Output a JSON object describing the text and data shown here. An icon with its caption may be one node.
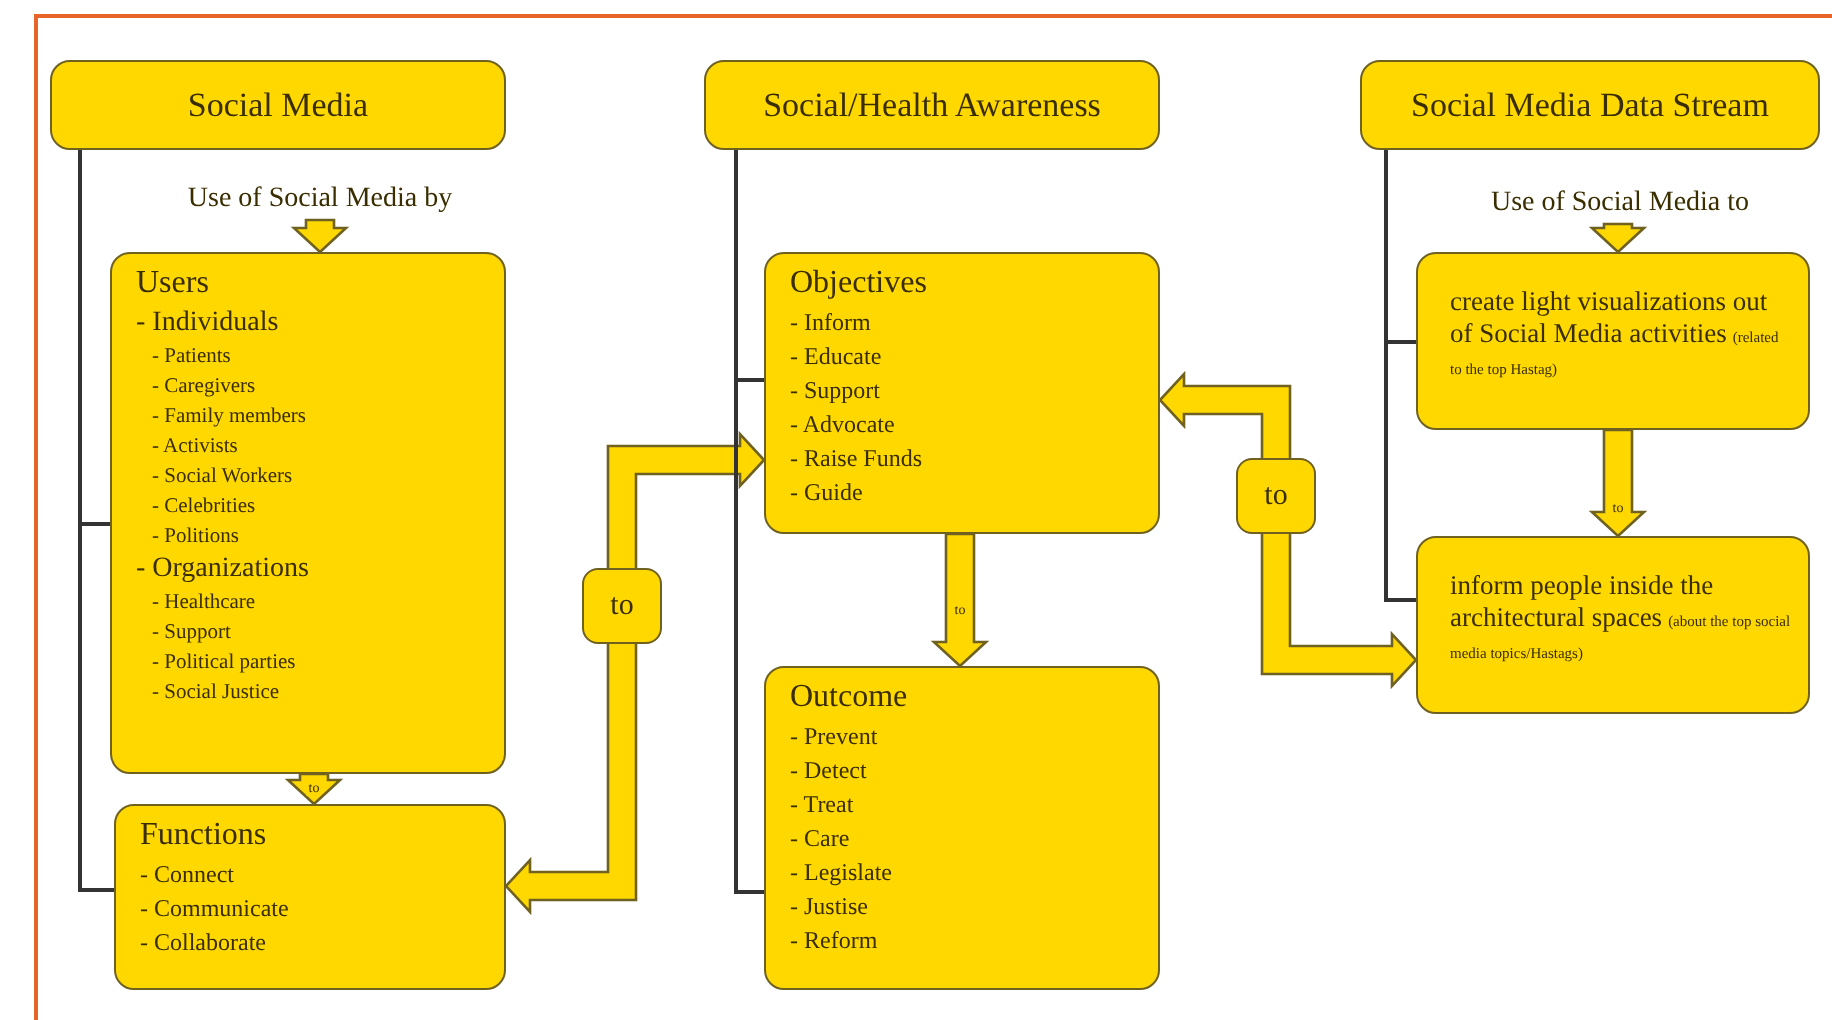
{
  "diagram": {
    "nodes": [
      {
        "text": [
          "Social Media"
        ]
      },
      {
        "text": [
          "Use of Social Media by"
        ]
      },
      {
        "text": [
          "Users",
          "- Individuals",
          "- Patients",
          "- Caregivers",
          "- Family members",
          "- Activists",
          "- Social Workers",
          "- Celebrities",
          "- Politions",
          "- Organizations",
          "- Healthcare",
          "- Support",
          "- Political parties",
          "- Social Justice"
        ]
      },
      {
        "text": [
          "Functions",
          "- Connect",
          "- Communicate",
          "- Collaborate"
        ]
      },
      {
        "text": [
          "Social/Health Awareness"
        ]
      },
      {
        "text": [
          "Objectives",
          "- Inform",
          "- Educate",
          "- Support",
          "- Advocate",
          "- Raise Funds",
          "- Guide"
        ]
      },
      {
        "text": [
          "Outcome",
          "- Prevent",
          "- Detect",
          "- Treat",
          "- Care",
          "- Legislate",
          "- Justise",
          "- Reform"
        ]
      },
      {
        "text": [
          "Social Media Data Stream"
        ]
      },
      {
        "text": [
          "Use of Social Media to"
        ]
      },
      {
        "text": [
          "create light visualizations out of Social Media activities",
          "(related to the top Hastag)"
        ]
      },
      {
        "text": [
          "inform people inside the architectural spaces",
          "(about the top social media topics/Hastags)"
        ]
      }
    ],
    "edges": [
      {
        "from": 1,
        "to": 2,
        "arrow": "to",
        "style": "thick"
      },
      {
        "from": 2,
        "to": 3,
        "arrow": "to",
        "style": "thick",
        "label": "to"
      },
      {
        "from": 3,
        "to": 5,
        "arrow": "both",
        "style": "thick",
        "label": "to"
      },
      {
        "from": 5,
        "to": 6,
        "arrow": "to",
        "style": "thick",
        "label": "to"
      },
      {
        "from": 8,
        "to": 9,
        "arrow": "to",
        "style": "thick"
      },
      {
        "from": 9,
        "to": 10,
        "arrow": "to",
        "style": "thick",
        "label": "to"
      },
      {
        "from": 5,
        "to": 10,
        "arrow": "both",
        "style": "thick",
        "label": "to"
      },
      {
        "from": 0,
        "to": 2,
        "arrow": "none",
        "color": "#333333"
      },
      {
        "from": 0,
        "to": 3,
        "arrow": "none",
        "color": "#333333"
      },
      {
        "from": 4,
        "to": 5,
        "arrow": "none",
        "color": "#333333"
      },
      {
        "from": 4,
        "to": 6,
        "arrow": "none",
        "color": "#333333"
      },
      {
        "from": 7,
        "to": 9,
        "arrow": "none",
        "color": "#333333"
      },
      {
        "from": 7,
        "to": 10,
        "arrow": "none",
        "color": "#333333"
      }
    ]
  }
}
